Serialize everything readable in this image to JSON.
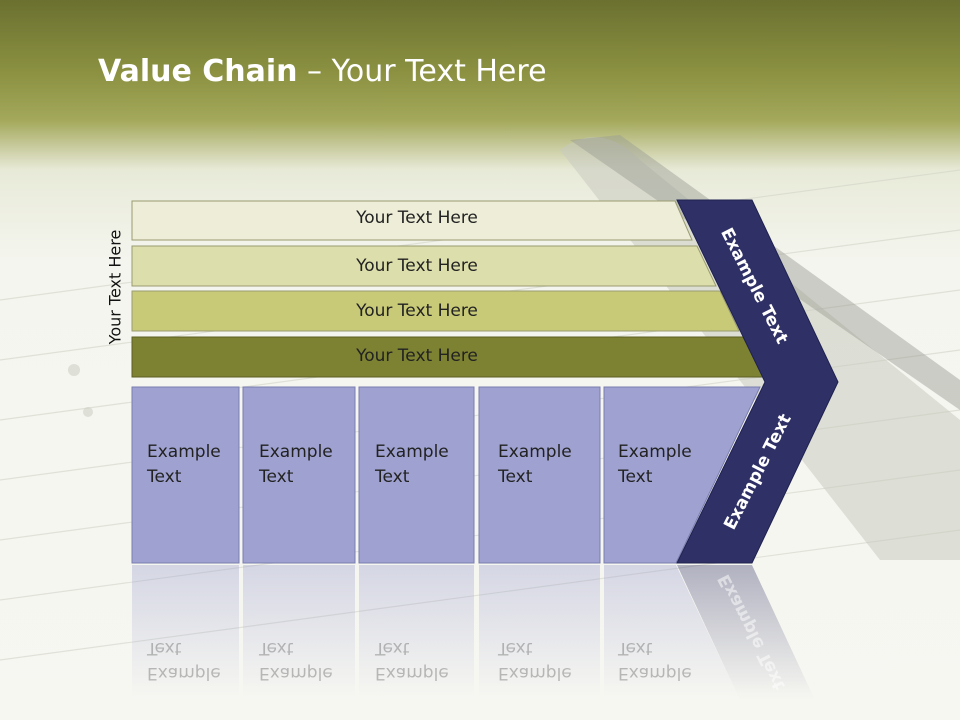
{
  "title": {
    "bold": "Value Chain",
    "rest": " – Your Text Here"
  },
  "side_label": "Your Text Here",
  "rows": [
    {
      "label": "Your Text Here",
      "color": "#ededd8"
    },
    {
      "label": "Your Text Here",
      "color": "#dcdeab"
    },
    {
      "label": "Your Text Here",
      "color": "#c8ca78"
    },
    {
      "label": "Your Text Here",
      "color": "#7d8233"
    }
  ],
  "boxes": [
    {
      "label": "Example\nText"
    },
    {
      "label": "Example\nText"
    },
    {
      "label": "Example\nText"
    },
    {
      "label": "Example\nText"
    },
    {
      "label": "Example\nText"
    }
  ],
  "arrow_labels": {
    "upper": "Example Text",
    "lower": "Example Text"
  },
  "colors": {
    "box_fill": "#9fa2d0",
    "arrow_fill": "#2f3166",
    "title_color": "#ffffff"
  }
}
